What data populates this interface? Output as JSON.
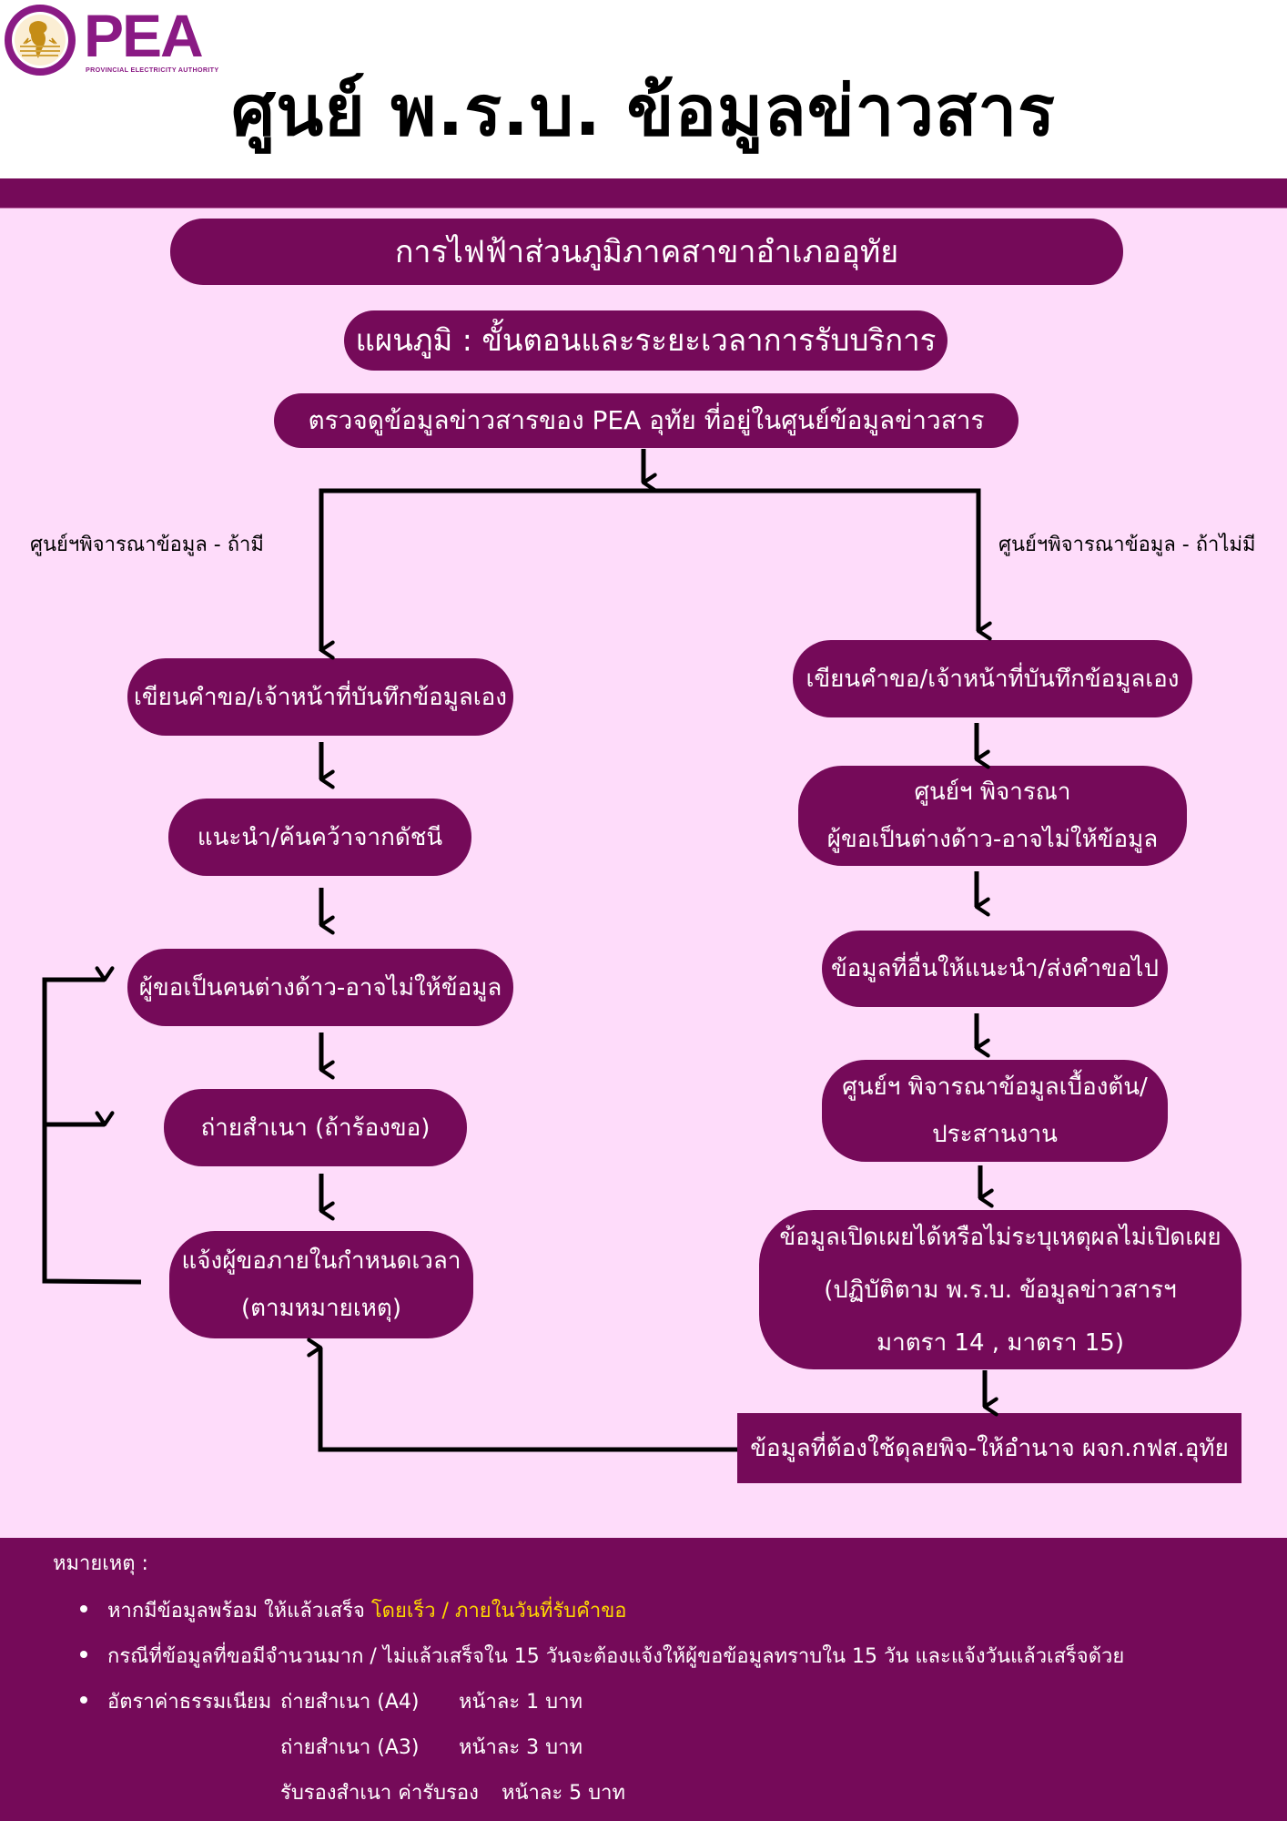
{
  "header": {
    "logo_text": "PEA",
    "logo_subtitle": "PROVINCIAL ELECTRICITY AUTHORITY",
    "title": "ศูนย์ พ.ร.บ. ข้อมูลข่าวสาร"
  },
  "colors": {
    "primary": "#750a59",
    "background": "#fedcfa",
    "highlight": "#ffd700",
    "logo": "#8a1a84"
  },
  "flow": {
    "office": "การไฟฟ้าส่วนภูมิภาคสาขาอำเภออุทัย",
    "diagram_title": "แผนภูมิ  : ขั้นตอนและระยะเวลาการรับบริการ",
    "start": "ตรวจดูข้อมูลข่าวสารของ PEA อุทัย ที่อยู่ในศูนย์ข้อมูลข่าวสาร",
    "branch_left_label": "ศูนย์ฯพิจารณาข้อมูล - ถ้ามี",
    "branch_right_label": "ศูนย์ฯพิจารณาข้อมูล - ถ้าไม่มี",
    "left_steps": [
      {
        "lines": [
          "เขียนคำขอ/เจ้าหน้าที่บันทึกข้อมูลเอง"
        ]
      },
      {
        "lines": [
          "แนะนำ/ค้นคว้าจากดัชนี"
        ]
      },
      {
        "lines": [
          "ผู้ขอเป็นคนต่างด้าว-อาจไม่ให้ข้อมูล"
        ]
      },
      {
        "lines": [
          "ถ่ายสำเนา  (ถ้าร้องขอ)"
        ]
      },
      {
        "lines": [
          "แจ้งผู้ขอภายในกำหนดเวลา",
          "(ตามหมายเหตุ)"
        ]
      }
    ],
    "right_steps": [
      {
        "lines": [
          "เขียนคำขอ/เจ้าหน้าที่บันทึกข้อมูลเอง"
        ]
      },
      {
        "lines": [
          "ศูนย์ฯ พิจารณา",
          "ผู้ขอเป็นต่างด้าว-อาจไม่ให้ข้อมูล"
        ]
      },
      {
        "lines": [
          "ข้อมูลที่อื่นให้แนะนำ/ส่งคำขอไป"
        ]
      },
      {
        "lines": [
          "ศูนย์ฯ พิจารณาข้อมูลเบื้องต้น/",
          "ประสานงาน"
        ]
      },
      {
        "lines": [
          "ข้อมูลเปิดเผยได้หรือไม่ระบุเหตุผลไม่เปิดเผย",
          "(ปฏิบัติตาม พ.ร.บ. ข้อมูลข่าวสารฯ",
          "มาตรา 14 , มาตรา 15)"
        ]
      },
      {
        "lines": [
          "ข้อมูลที่ต้องใช้ดุลยพิจ-ให้อำนาจ ผจก.กฟส.อุทัย"
        ]
      }
    ]
  },
  "notes": {
    "title": "หมายเหตุ :",
    "items": [
      {
        "text": "หากมีข้อมูลพร้อม ให้แล้วเสร็จ ",
        "highlight": "โดยเร็ว / ภายในวันที่รับคำขอ"
      },
      {
        "text": "กรณีที่ข้อมูลที่ขอมีจำนวนมาก / ไม่แล้วเสร็จใน 15 วันจะต้องแจ้งให้ผู้ขอข้อมูลทราบใน 15 วัน และแจ้งวันแล้วเสร็จด้วย",
        "highlight": ""
      },
      {
        "text": "อัตราค่าธรรมเนียม",
        "highlight": ""
      }
    ],
    "fees": [
      {
        "item": "ถ่ายสำเนา (A4)",
        "rate": "หน้าละ 1 บาท"
      },
      {
        "item": "ถ่ายสำเนา (A3)",
        "rate": "หน้าละ 3 บาท"
      },
      {
        "item": "รับรองสำเนา ค่ารับรอง",
        "rate": "หน้าละ 5 บาท"
      }
    ]
  }
}
